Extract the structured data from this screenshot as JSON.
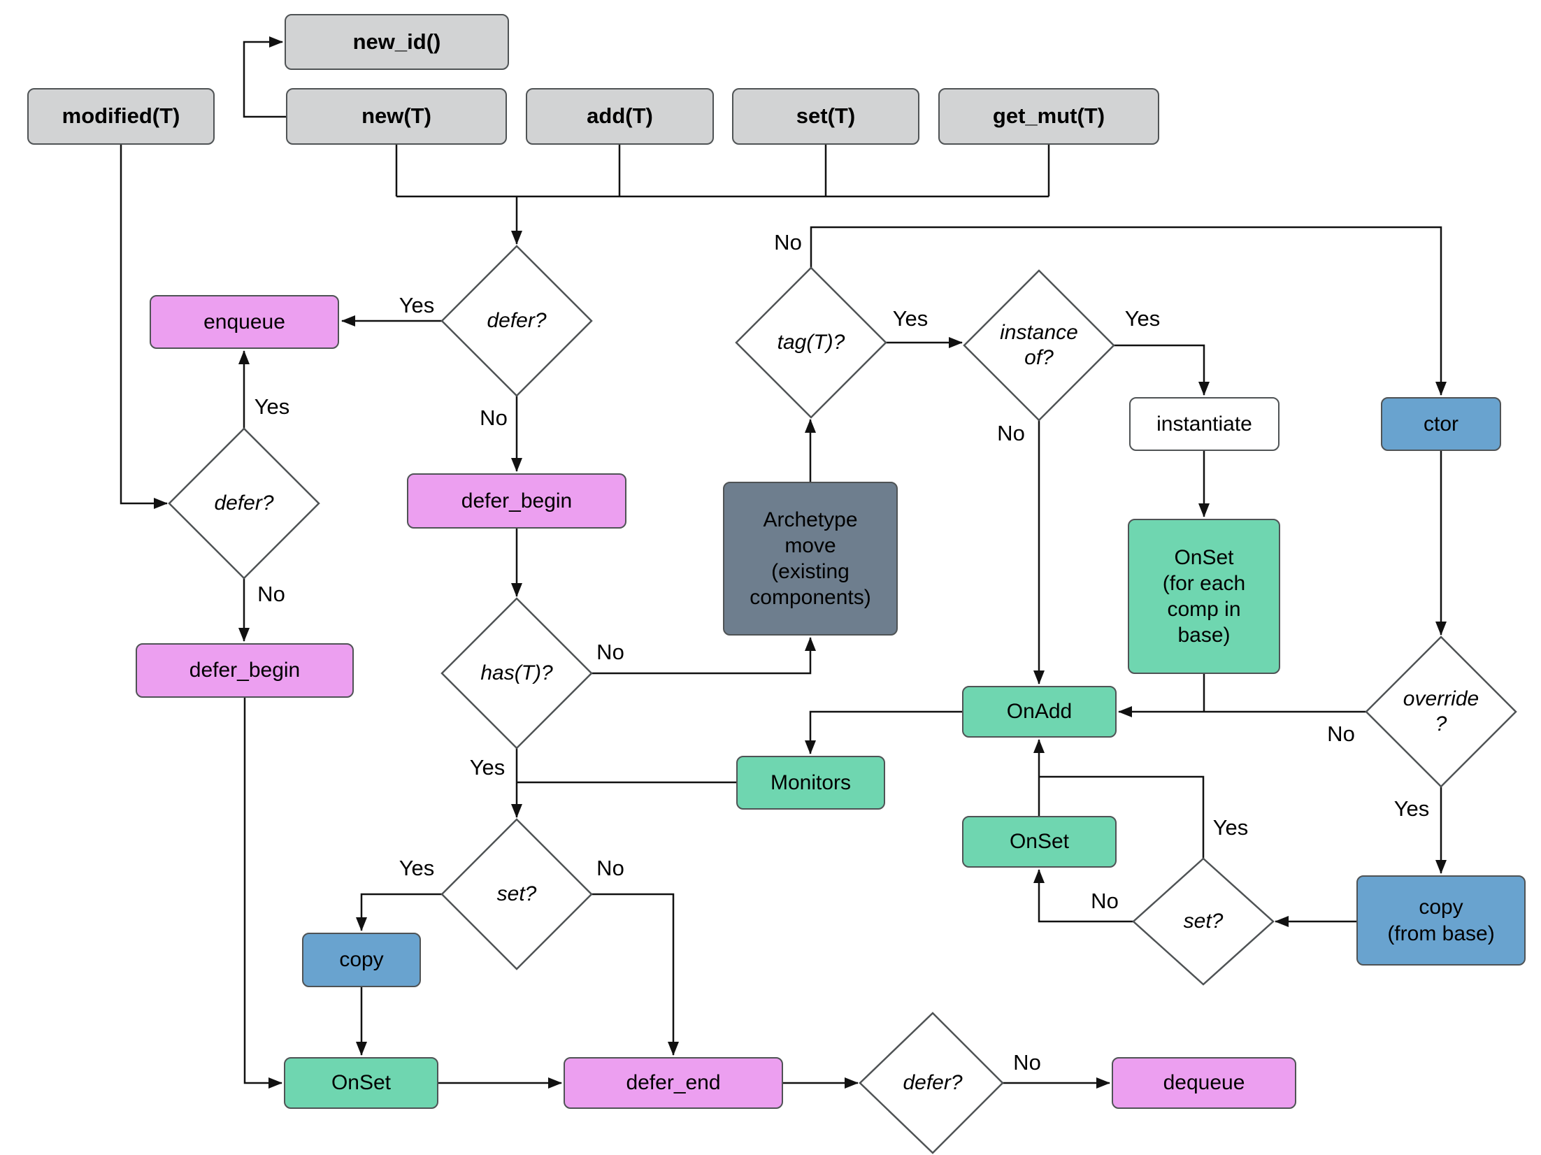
{
  "api": {
    "modified": "modified(T)",
    "new_id": "new_id()",
    "new": "new(T)",
    "add": "add(T)",
    "set": "set(T)",
    "get_mut": "get_mut(T)"
  },
  "nodes": {
    "enqueue": "enqueue",
    "defer_begin_center": "defer_begin",
    "defer_begin_left": "defer_begin",
    "archetype_move": "Archetype\nmove\n(existing\ncomponents)",
    "instantiate": "instantiate",
    "onset_for_each": "OnSet\n(for each\ncomp in\nbase)",
    "ctor": "ctor",
    "onadd": "OnAdd",
    "monitors": "Monitors",
    "onset_override": "OnSet",
    "copy_from_base": "copy\n(from base)",
    "copy": "copy",
    "onset_main": "OnSet",
    "defer_end": "defer_end",
    "dequeue": "dequeue"
  },
  "decisions": {
    "defer_top": "defer?",
    "defer_modified": "defer?",
    "has": "has(T)?",
    "tag": "tag(T)?",
    "instance_of": "instance\nof?",
    "override": "override\n?",
    "set_override": "set?",
    "set_main": "set?",
    "defer_end_check": "defer?"
  },
  "edge_labels": {
    "yes": "Yes",
    "no": "No"
  },
  "colors": {
    "api_box": "#d2d3d4",
    "defer_ops": "#ec9ff0",
    "hooks_events": "#6fd6b0",
    "ctor_copy": "#69a3cf",
    "archetype_move": "#6e7e8e",
    "plain_box": "#ffffff",
    "line": "#111111"
  }
}
